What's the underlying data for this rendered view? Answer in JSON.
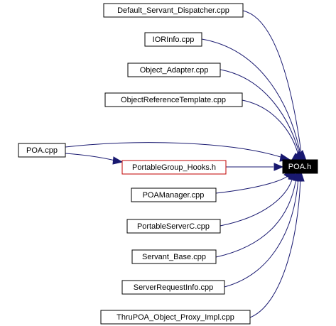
{
  "target": {
    "label": "POA.h"
  },
  "nodes": {
    "default_servant_dispatcher": "Default_Servant_Dispatcher.cpp",
    "iorinfo": "IORInfo.cpp",
    "object_adapter": "Object_Adapter.cpp",
    "object_reference_template": "ObjectReferenceTemplate.cpp",
    "poa_cpp": "POA.cpp",
    "portablegroup_hooks": "PortableGroup_Hooks.h",
    "poamanager": "POAManager.cpp",
    "portableserverc": "PortableServerC.cpp",
    "servant_base": "Servant_Base.cpp",
    "serverrequestinfo": "ServerRequestInfo.cpp",
    "thrupoa_object_proxy_impl": "ThruPOA_Object_Proxy_Impl.cpp"
  },
  "colors": {
    "edge": "#191970",
    "highlight_border": "#c00000",
    "target_fill": "#000000"
  }
}
